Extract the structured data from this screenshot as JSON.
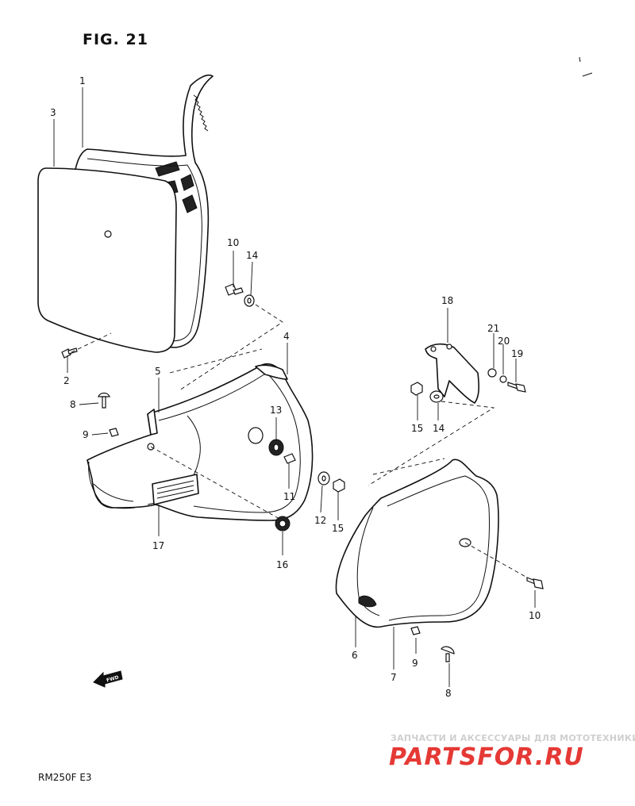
{
  "figure_title": "FIG. 21",
  "model_code": "RM250F  E3",
  "fwd_arrow_label": "FWD",
  "watermark": {
    "tagline": "ЗАПЧАСТИ И АКСЕССУАРЫ ДЛЯ МОТОТЕХНИКИ",
    "logo_part1": "PARTS",
    "logo_part2": "FOR.RU",
    "logo_color1": "#e53935",
    "logo_color2": "#e53935"
  },
  "callouts": {
    "c1": "1",
    "c2": "2",
    "c3": "3",
    "c4": "4",
    "c5": "5",
    "c6": "6",
    "c7": "7",
    "c8a": "8",
    "c8b": "8",
    "c9a": "9",
    "c9b": "9",
    "c10a": "10",
    "c10b": "10",
    "c11": "11",
    "c12": "12",
    "c13": "13",
    "c14a": "14",
    "c14b": "14",
    "c15a": "15",
    "c15b": "15",
    "c16": "16",
    "c17": "17",
    "c18": "18",
    "c19": "19",
    "c20": "20",
    "c21": "21"
  }
}
